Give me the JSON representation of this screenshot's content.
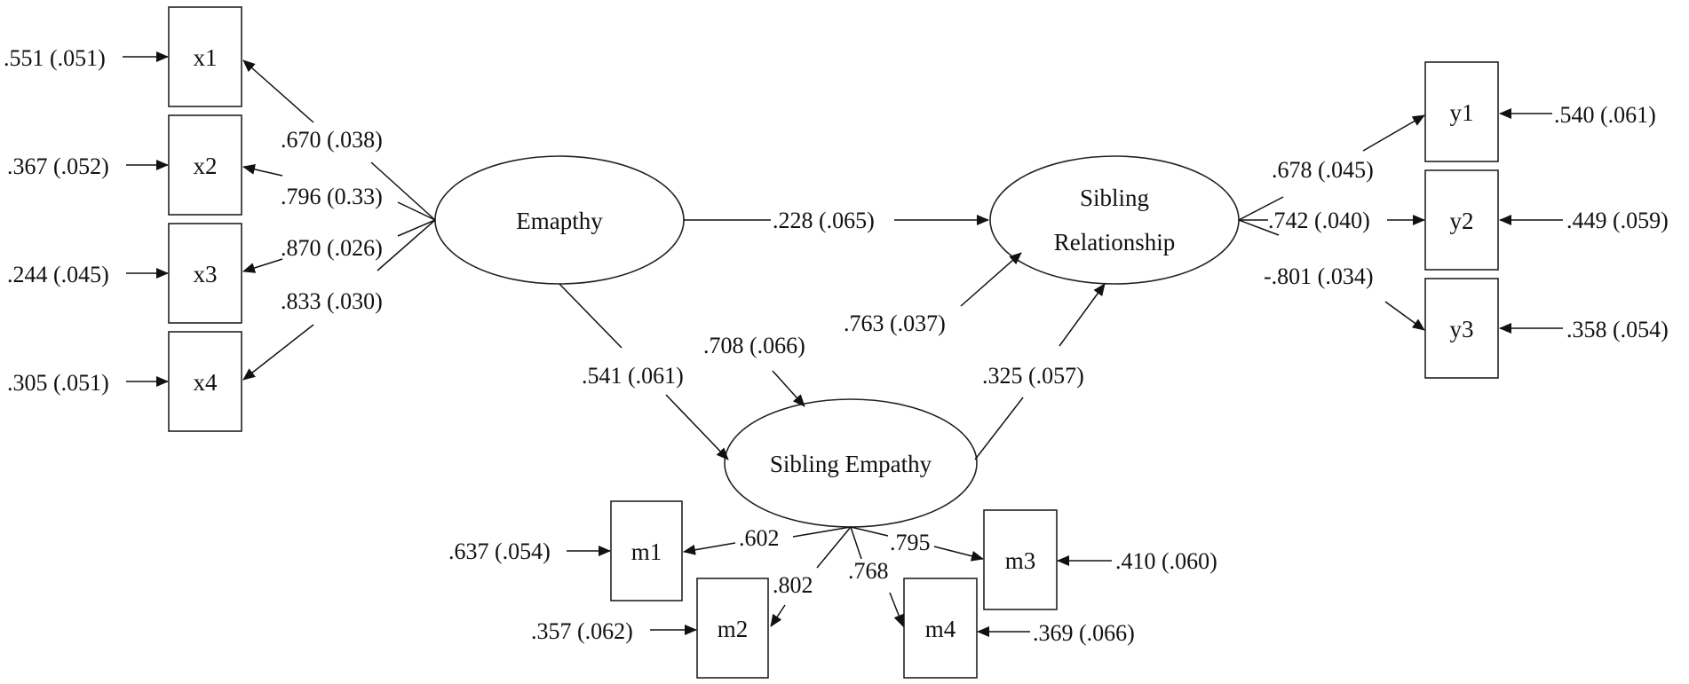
{
  "latents": {
    "empathy": "Emapthy",
    "sibling_relationship": [
      "Sibling",
      "Relationship"
    ],
    "sibling_empathy": "Sibling Empathy"
  },
  "indicators": {
    "x1": "x1",
    "x2": "x2",
    "x3": "x3",
    "x4": "x4",
    "y1": "y1",
    "y2": "y2",
    "y3": "y3",
    "m1": "m1",
    "m2": "m2",
    "m3": "m3",
    "m4": "m4"
  },
  "errors": {
    "x1": ".551 (.051)",
    "x2": ".367 (.052)",
    "x3": ".244 (.045)",
    "x4": ".305 (.051)",
    "y1": ".540 (.061)",
    "y2": ".449 (.059)",
    "y3": ".358 (.054)",
    "m1": ".637 (.054)",
    "m2": ".357 (.062)",
    "m3": ".410 (.060)",
    "m4": ".369 (.066)"
  },
  "loadings": {
    "x1": ".670 (.038)",
    "x2": ".796 (0.33)",
    "x3": ".870 (.026)",
    "x4": ".833 (.030)",
    "y1": ".678 (.045)",
    "y2": ".742 (.040)",
    "y3": "-.801 (.034)",
    "m1": ".602",
    "m2": ".802",
    "m3": ".795",
    "m4": ".768"
  },
  "paths": {
    "empathy_to_relationship": ".228 (.065)",
    "empathy_to_sibling_empathy": ".541 (.061)",
    "sibling_empathy_to_relationship": ".325 (.057)",
    "sibling_empathy_disturbance": ".708 (.066)",
    "relationship_disturbance": ".763 (.037)"
  }
}
